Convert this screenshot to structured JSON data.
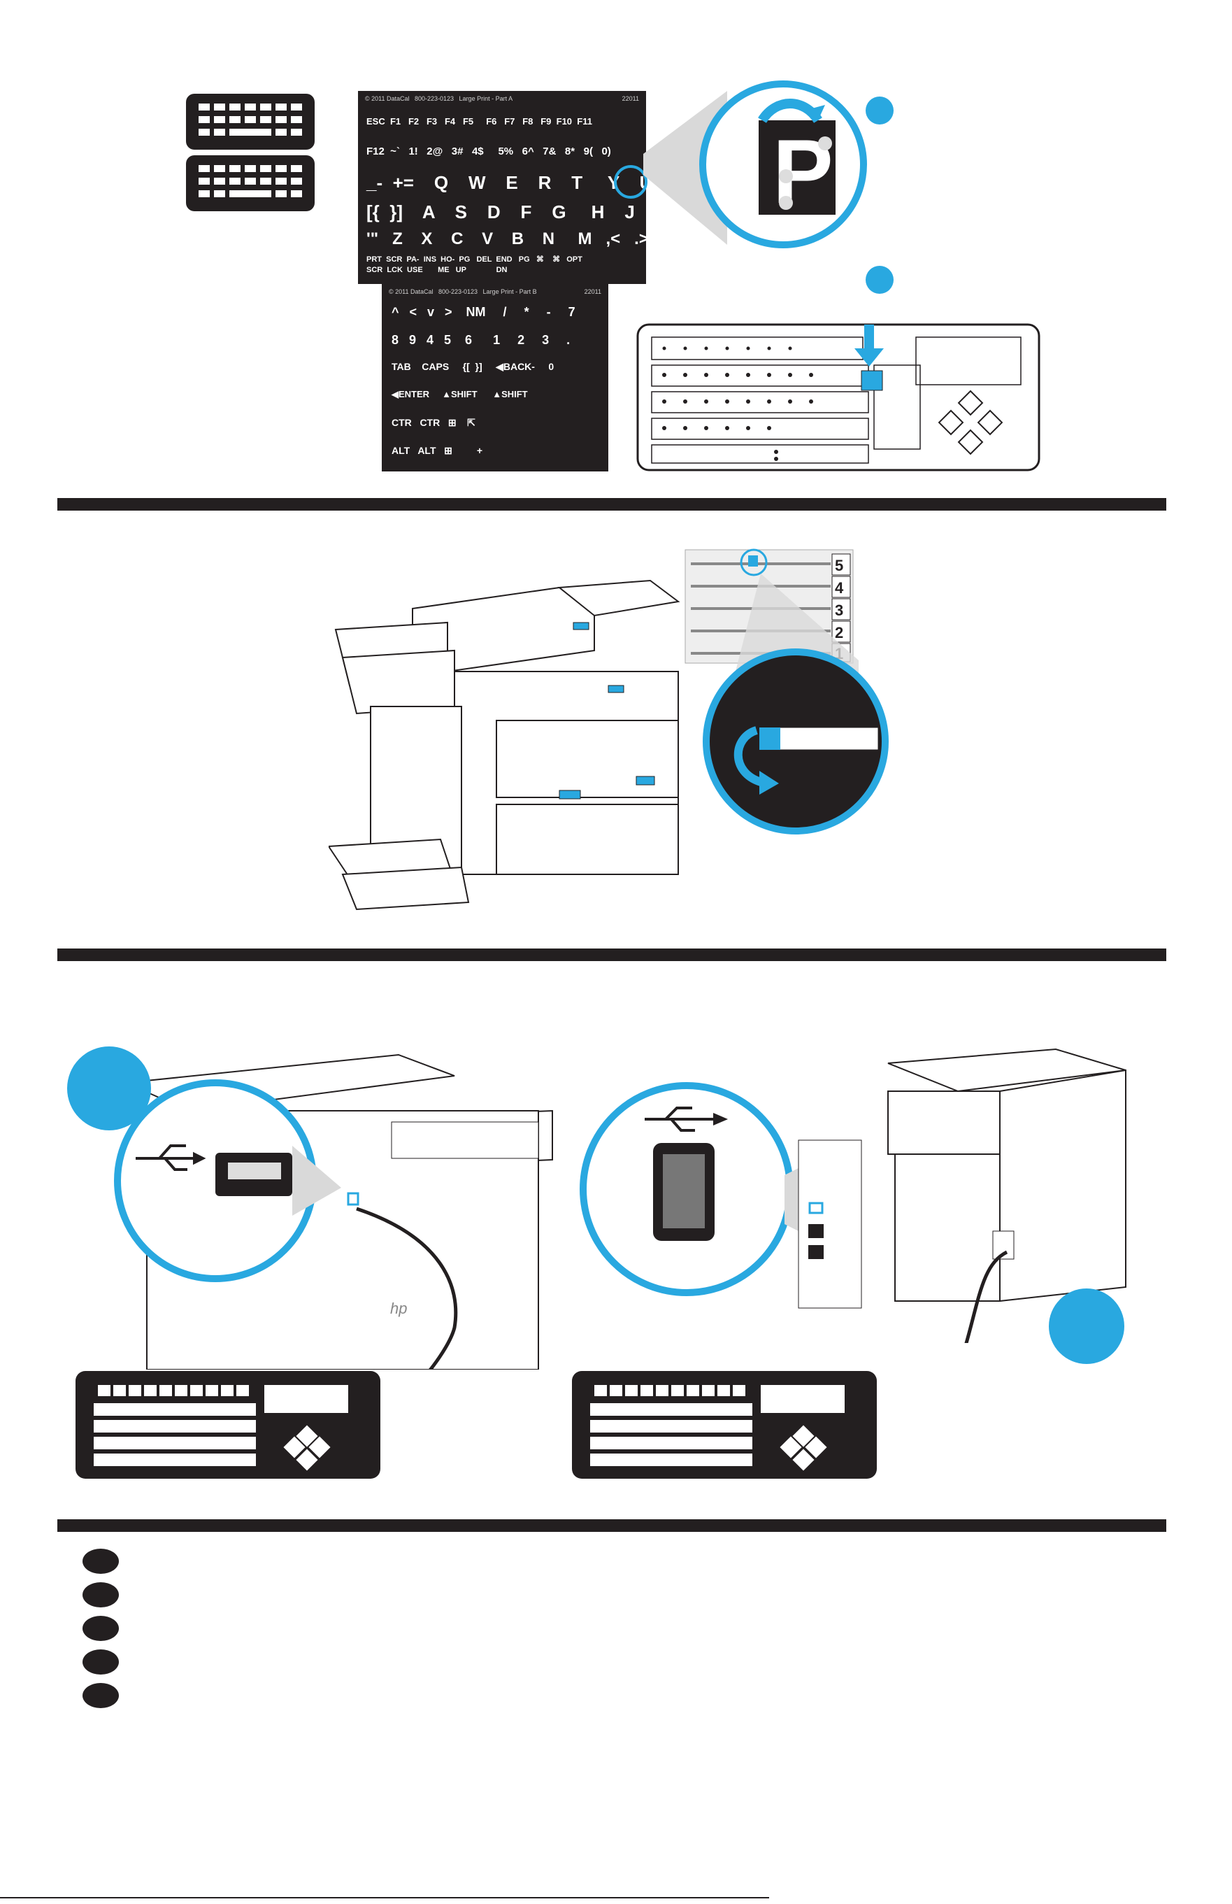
{
  "colors": {
    "accent": "#29a8e0",
    "ink": "#231f20",
    "paper": "#ffffff"
  },
  "section1": {
    "sticker_a": {
      "header": "© 2011 DataCal   800-223-0123   Large Print - Part A",
      "code": "22011",
      "rows": [
        "ESC  F1   F2   F3   F4   F5     F6   F7   F8   F9  F10  F11",
        "F12  ~`   1!   2@   3#   4$     5%   6^   7&   8*   9(   0)",
        "_-  +=    Q    W    E    R    T     Y    U    I    O    P",
        "[{  }]    A    S    D    F    G     H    J    K    L    ;:",
        "'\"   Z    X    C    V    B    N     M   ,<   .>   /?   OPT",
        "PRT  SCR  PA-  INS  HO-  PG   DEL  END   PG   ⌘    ⌘   OPT"
      ],
      "row_sub": "SCR  LCK  USE       ME   UP              DN"
    },
    "sticker_b": {
      "header": "© 2011 DataCal   800-223-0123   Large Print - Part B",
      "code": "22011",
      "rows": [
        "^   <   v   >    NM     /     *     -     7",
        "8   9   4   5    6      1     2     3     .",
        "TAB    CAPS     {[  }]     ◀BACK-     0",
        "◀ENTER     ▲SHIFT      ▲SHIFT",
        "CTR   CTR   ⊞    ⇱",
        "ALT   ALT   ⊞         +"
      ]
    },
    "icons": [
      "keyboard-icon",
      "keyboard-icon"
    ]
  },
  "section2": {
    "icons": [
      "printer-illustration",
      "braille-labels-illustration",
      "peel-label-icon"
    ]
  },
  "section3": {
    "icons": [
      "usb-icon",
      "usb-port-icon",
      "usb-icon",
      "usb-port-icon",
      "keyboard-icon",
      "keyboard-icon"
    ]
  },
  "legend": {
    "count": 5
  }
}
